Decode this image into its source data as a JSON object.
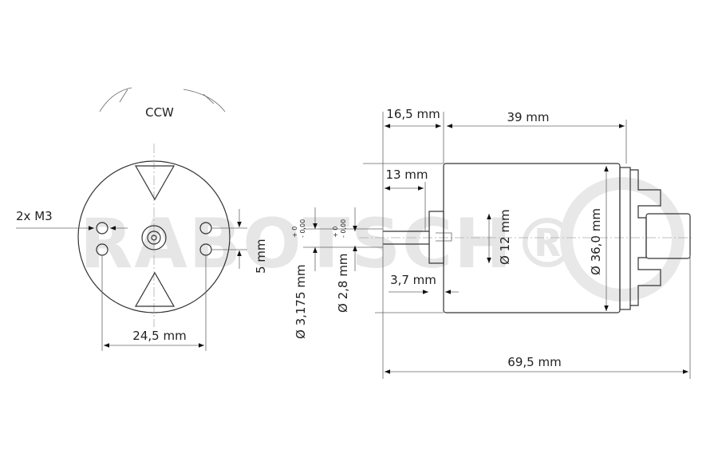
{
  "watermark": "RABOTSCH®",
  "front_view": {
    "rotation_label": "CCW",
    "thread_label": "2x M3",
    "hole_spacing": "24,5 mm",
    "hole_offset": "5 mm"
  },
  "shaft_dims": {
    "shaft_diameter_a": "Ø 3,175 mm",
    "shaft_diameter_b": "Ø 2,8 mm",
    "tol_plus": "+ 0",
    "tol_minus": "- 0,00"
  },
  "side_view": {
    "shaft_length": "16,5 mm",
    "body_length": "39 mm",
    "shaft_13": "13 mm",
    "boss_length": "3,7 mm",
    "boss_diameter": "Ø 12 mm",
    "body_diameter": "Ø 36,0 mm",
    "total_length": "69,5 mm"
  }
}
